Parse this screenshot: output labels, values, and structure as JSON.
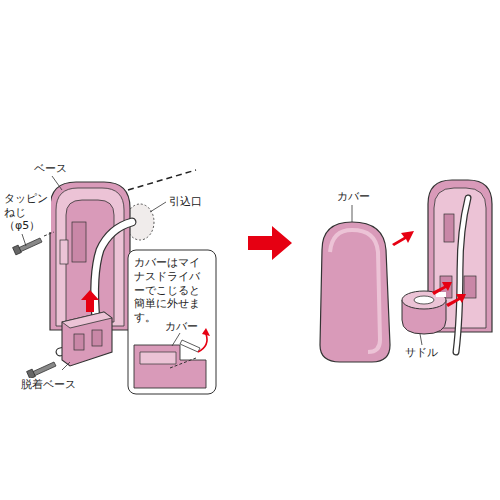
{
  "diagram": {
    "nodes": [
      {
        "text": [
          "カバーはマイナスドライバーでこじると簡単に外せます。"
        ]
      }
    ],
    "labels": [
      "ベース",
      "引込口",
      "タッピンねじ（φ5）",
      "脱着ベース",
      "カバー",
      "カバー",
      "サドル"
    ]
  }
}
